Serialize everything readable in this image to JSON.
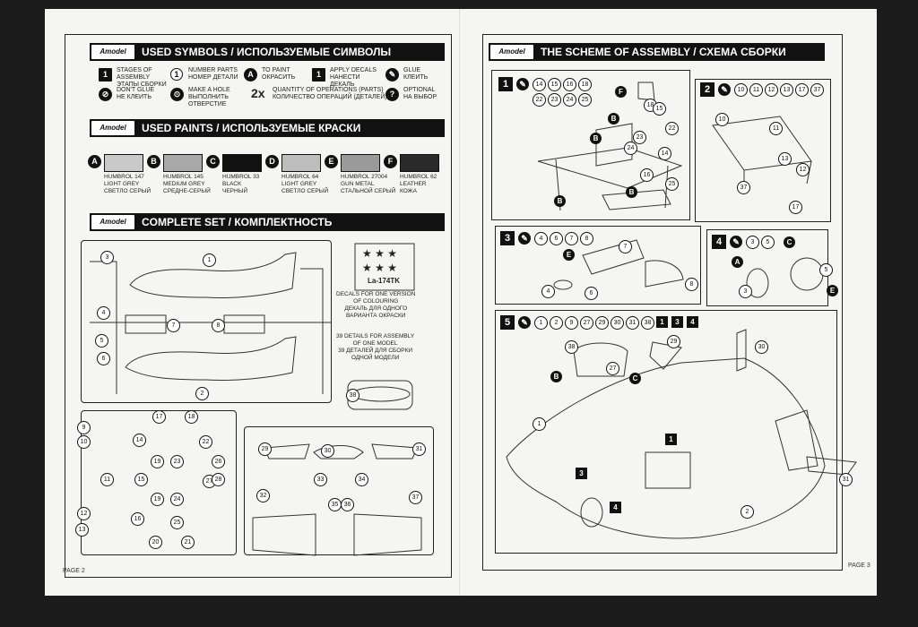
{
  "left_page": {
    "page_label": "PAGE 2",
    "logo": "Amodel",
    "used_symbols": {
      "title": "USED SYMBOLS / ИСПОЛЬЗУЕМЫЕ СИМВОЛЫ",
      "items": [
        {
          "icon": "1",
          "line1": "STAGES OF",
          "line2": "ASSEMBLY",
          "line3": "ЭТАПЫ СБОРКИ"
        },
        {
          "icon": "1",
          "line1": "NUMBER PARTS",
          "line2": "НОМЕР ДЕТАЛИ",
          "line3": ""
        },
        {
          "icon": "A",
          "line1": "TO PAINT",
          "line2": "ОКРАСИТЬ",
          "line3": ""
        },
        {
          "icon": "1",
          "line1": "APPLY DECALS",
          "line2": "НАНЕСТИ",
          "line3": "ДЕКАЛЬ"
        },
        {
          "icon": "glue",
          "line1": "GLUE",
          "line2": "КЛЕИТЬ",
          "line3": ""
        },
        {
          "icon": "no-glue",
          "line1": "DON'T GLUE",
          "line2": "НЕ КЛЕИТЬ",
          "line3": ""
        },
        {
          "icon": "drill",
          "line1": "MAKE A HOLE",
          "line2": "ВЫПОЛНИТЬ",
          "line3": "ОТВЕРСТИЕ"
        },
        {
          "icon": "2x",
          "line1": "QUANTITY OF OPERATIONS (PARTS)",
          "line2": "КОЛИЧЕСТВО ОПЕРАЦИЙ (ДЕТАЛЕЙ)",
          "line3": ""
        },
        {
          "icon": "?",
          "line1": "OPTIONAL",
          "line2": "НА ВЫБОР",
          "line3": ""
        }
      ]
    },
    "used_paints": {
      "title": "USED PAINTS / ИСПОЛЬЗУЕМЫЕ КРАСКИ",
      "paints": [
        {
          "letter": "A",
          "color": "#c9c9c9",
          "line1": "HUMBROL 147",
          "line2": "LIGHT GREY",
          "line3": "СВЕТЛО СЕРЫЙ"
        },
        {
          "letter": "B",
          "color": "#a9a9a9",
          "line1": "HUMBROL 145",
          "line2": "MEDIUM GREY",
          "line3": "СРЕДНЕ-СЕРЫЙ"
        },
        {
          "letter": "C",
          "color": "#111111",
          "line1": "HUMBROL 33",
          "line2": "BLACK",
          "line3": "ЧЕРНЫЙ"
        },
        {
          "letter": "D",
          "color": "#bdbdbd",
          "line1": "HUMBROL 64",
          "line2": "LIGHT GREY",
          "line3": "СВЕТЛО СЕРЫЙ"
        },
        {
          "letter": "E",
          "color": "#9a9a9a",
          "line1": "HUMBROL 27004",
          "line2": "GUN METAL",
          "line3": "СТАЛЬНОЙ СЕРЫЙ"
        },
        {
          "letter": "F",
          "color": "#2a2a2a",
          "line1": "HUMBROL 62",
          "line2": "LEATHER",
          "line3": "КОЖА"
        }
      ]
    },
    "complete_set": {
      "title": "COMPLETE SET / КОМПЛЕКТНОСТЬ",
      "decal_name": "La-174TK",
      "decal_text": [
        "DECALS FOR ONE VERSION",
        "OF COLOURING",
        "ДЕКАЛЬ ДЛЯ ОДНОГО",
        "ВАРИАНТА ОКРАСКИ"
      ],
      "details_text": [
        "39 DETAILS FOR ASSEMBLY",
        "OF ONE MODEL",
        "39 ДЕТАЛЕЙ ДЛЯ СБОРКИ",
        "ОДНОЙ МОДЕЛИ"
      ],
      "sprue_a_numbers": [
        "1",
        "2",
        "3",
        "4",
        "5",
        "6",
        "7",
        "8"
      ],
      "sprue_b_numbers": [
        "9",
        "10",
        "11",
        "12",
        "13",
        "14",
        "15",
        "16",
        "17",
        "18",
        "19",
        "19",
        "20",
        "21",
        "22",
        "23",
        "24",
        "25",
        "26",
        "27",
        "28"
      ],
      "sprue_c_numbers": [
        "29",
        "30",
        "31",
        "32",
        "33",
        "34",
        "35",
        "36",
        "37"
      ],
      "canopy_number": "38"
    }
  },
  "right_page": {
    "page_label": "PAGE 3",
    "logo": "Amodel",
    "title": "THE SCHEME OF ASSEMBLY / СХЕМА СБОРКИ",
    "steps": [
      {
        "n": "1",
        "parts": [
          "14",
          "15",
          "16",
          "18",
          "22",
          "23",
          "24",
          "25"
        ],
        "callouts": [
          "F",
          "B",
          "B",
          "B",
          "B",
          "18",
          "22",
          "25",
          "16",
          "14",
          "23",
          "24",
          "15"
        ]
      },
      {
        "n": "2",
        "parts": [
          "10",
          "11",
          "12",
          "13",
          "17",
          "37"
        ],
        "callouts": [
          "10",
          "11",
          "13",
          "12",
          "37",
          "17"
        ]
      },
      {
        "n": "3",
        "parts": [
          "4",
          "6",
          "7",
          "8"
        ],
        "callouts": [
          "E",
          "7",
          "4",
          "6",
          "8"
        ]
      },
      {
        "n": "4",
        "parts": [
          "3",
          "5"
        ],
        "callouts": [
          "A",
          "C",
          "3",
          "5",
          "E"
        ]
      },
      {
        "n": "5",
        "parts": [
          "1",
          "2",
          "9",
          "27",
          "29",
          "30",
          "31",
          "38"
        ],
        "subassemblies": [
          "1",
          "3",
          "4"
        ],
        "callouts": [
          "38",
          "27",
          "B",
          "C",
          "29",
          "30",
          "1",
          "2",
          "31",
          "1",
          "3",
          "4"
        ]
      }
    ]
  }
}
